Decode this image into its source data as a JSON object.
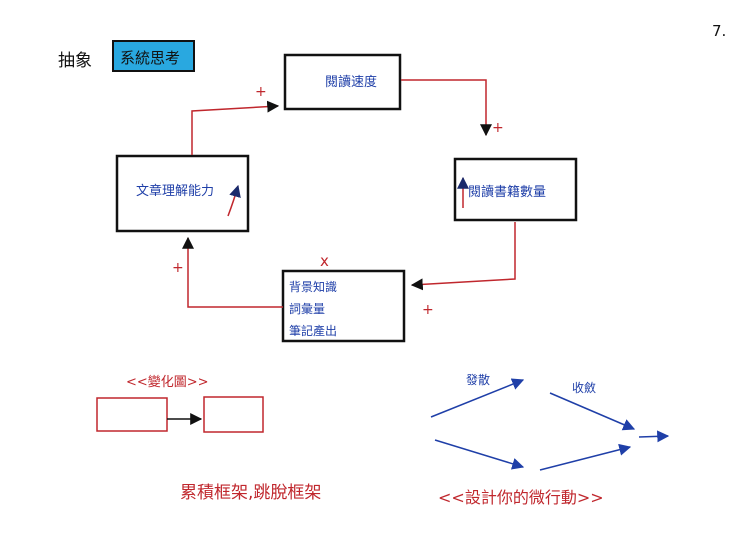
{
  "page_number": "7.",
  "header": {
    "label": "抽象",
    "tag": "系統思考",
    "tag_color": "#29a8e0"
  },
  "loop": {
    "box_reading_speed": "閱讀速度",
    "box_book_count": "閱讀書籍數量",
    "box_comprehension": "文章理解能力",
    "box_background_lines": [
      "背景知識",
      "詞彙量",
      "筆記產出"
    ],
    "sign_plus": "+",
    "sign_x": "x"
  },
  "change_diagram": {
    "title": "<<變化圖>>"
  },
  "bottom_left_caption": "累積框架,跳脫框架",
  "bottom_right_caption": "<<設計你的微行動>>",
  "arrow_labels": {
    "diverge": "發散",
    "converge": "收斂"
  },
  "colors": {
    "ink_black": "#111111",
    "ink_red": "#c0272d",
    "ink_blue": "#1f3fa8"
  }
}
